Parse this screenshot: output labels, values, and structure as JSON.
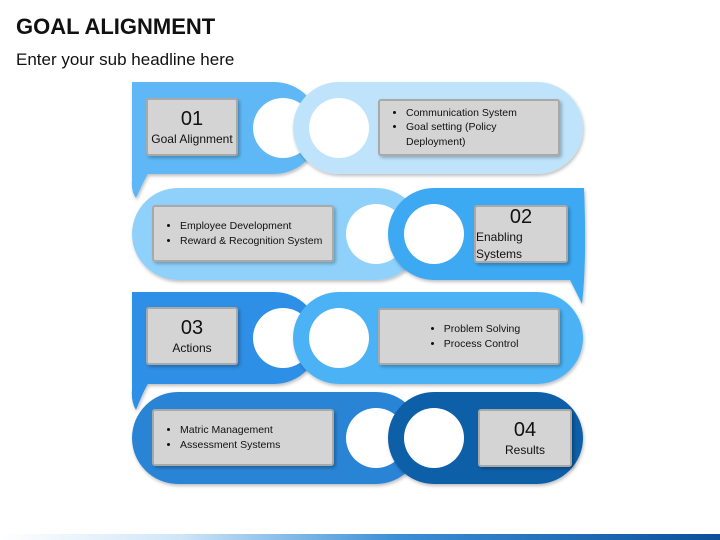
{
  "header": {
    "title": "GOAL ALIGNMENT",
    "subtitle": "Enter your sub headline here"
  },
  "colors": {
    "row1_left": "#5fb8f5",
    "row1_right": "#bfe3fb",
    "row2_left": "#8fd1fb",
    "row2_right": "#3ea9f2",
    "row3_left": "#2d8fe6",
    "row3_right": "#4cb3f5",
    "row4_left": "#2a84d6",
    "row4_right": "#0d5fa8"
  },
  "steps": [
    {
      "number": "01",
      "label": "Goal Alignment",
      "items": [
        "Communication System",
        "Goal setting (Policy Deployment)"
      ]
    },
    {
      "number": "02",
      "label": "Enabling Systems",
      "items": [
        "Employee Development",
        "Reward & Recognition System"
      ]
    },
    {
      "number": "03",
      "label": "Actions",
      "items": [
        "Problem Solving",
        "Process Control"
      ]
    },
    {
      "number": "04",
      "label": "Results",
      "items": [
        "Matric Management",
        "Assessment Systems"
      ]
    }
  ]
}
